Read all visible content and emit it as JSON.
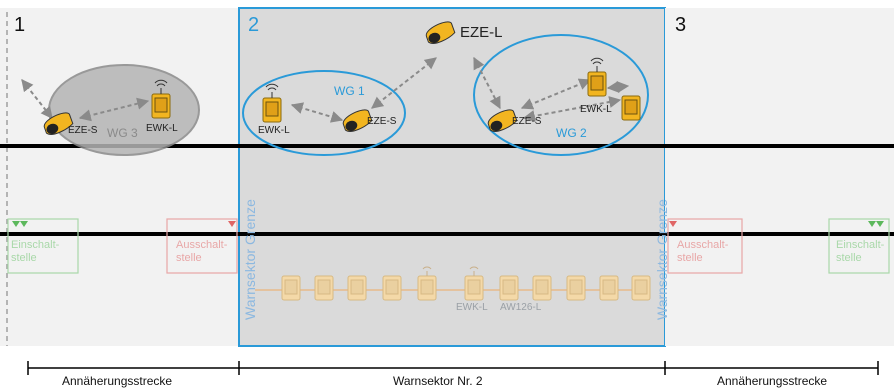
{
  "sections": [
    {
      "number": "1"
    },
    {
      "number": "2"
    },
    {
      "number": "3"
    }
  ],
  "devices": {
    "eze_l_top": "EZE-L",
    "eze_s_left": "EZE-S",
    "ewk_l_left": "EWK-L",
    "ewk_l_wg1": "EWK-L",
    "eze_s_wg1": "EZE-S",
    "eze_s_wg2": "EZE-S",
    "ewk_l_wg2": "EWK-L",
    "ewk_l_bottom": "EWK-L",
    "aw126_l": "AW126-L"
  },
  "groups": {
    "wg1": "WG 1",
    "wg2": "WG 2",
    "wg3": "WG 3"
  },
  "switch_points": {
    "left_on": "Einschalt-\nstelle",
    "left_off": "Ausschalt-\nstelle",
    "right_off": "Ausschalt-\nstelle",
    "right_on": "Einschalt-\nstelle"
  },
  "boundary_label": "Warnsektor Grenze",
  "bottom_labels": {
    "left": "Annäherungsstrecke",
    "center": "Warnsektor Nr. 2",
    "right": "Annäherungsstrecke"
  },
  "colors": {
    "sector_blue": "#2a9ad8",
    "device_yellow": "#f2b520",
    "switch_green": "#8fcf8f",
    "switch_red": "#e38f8f"
  }
}
